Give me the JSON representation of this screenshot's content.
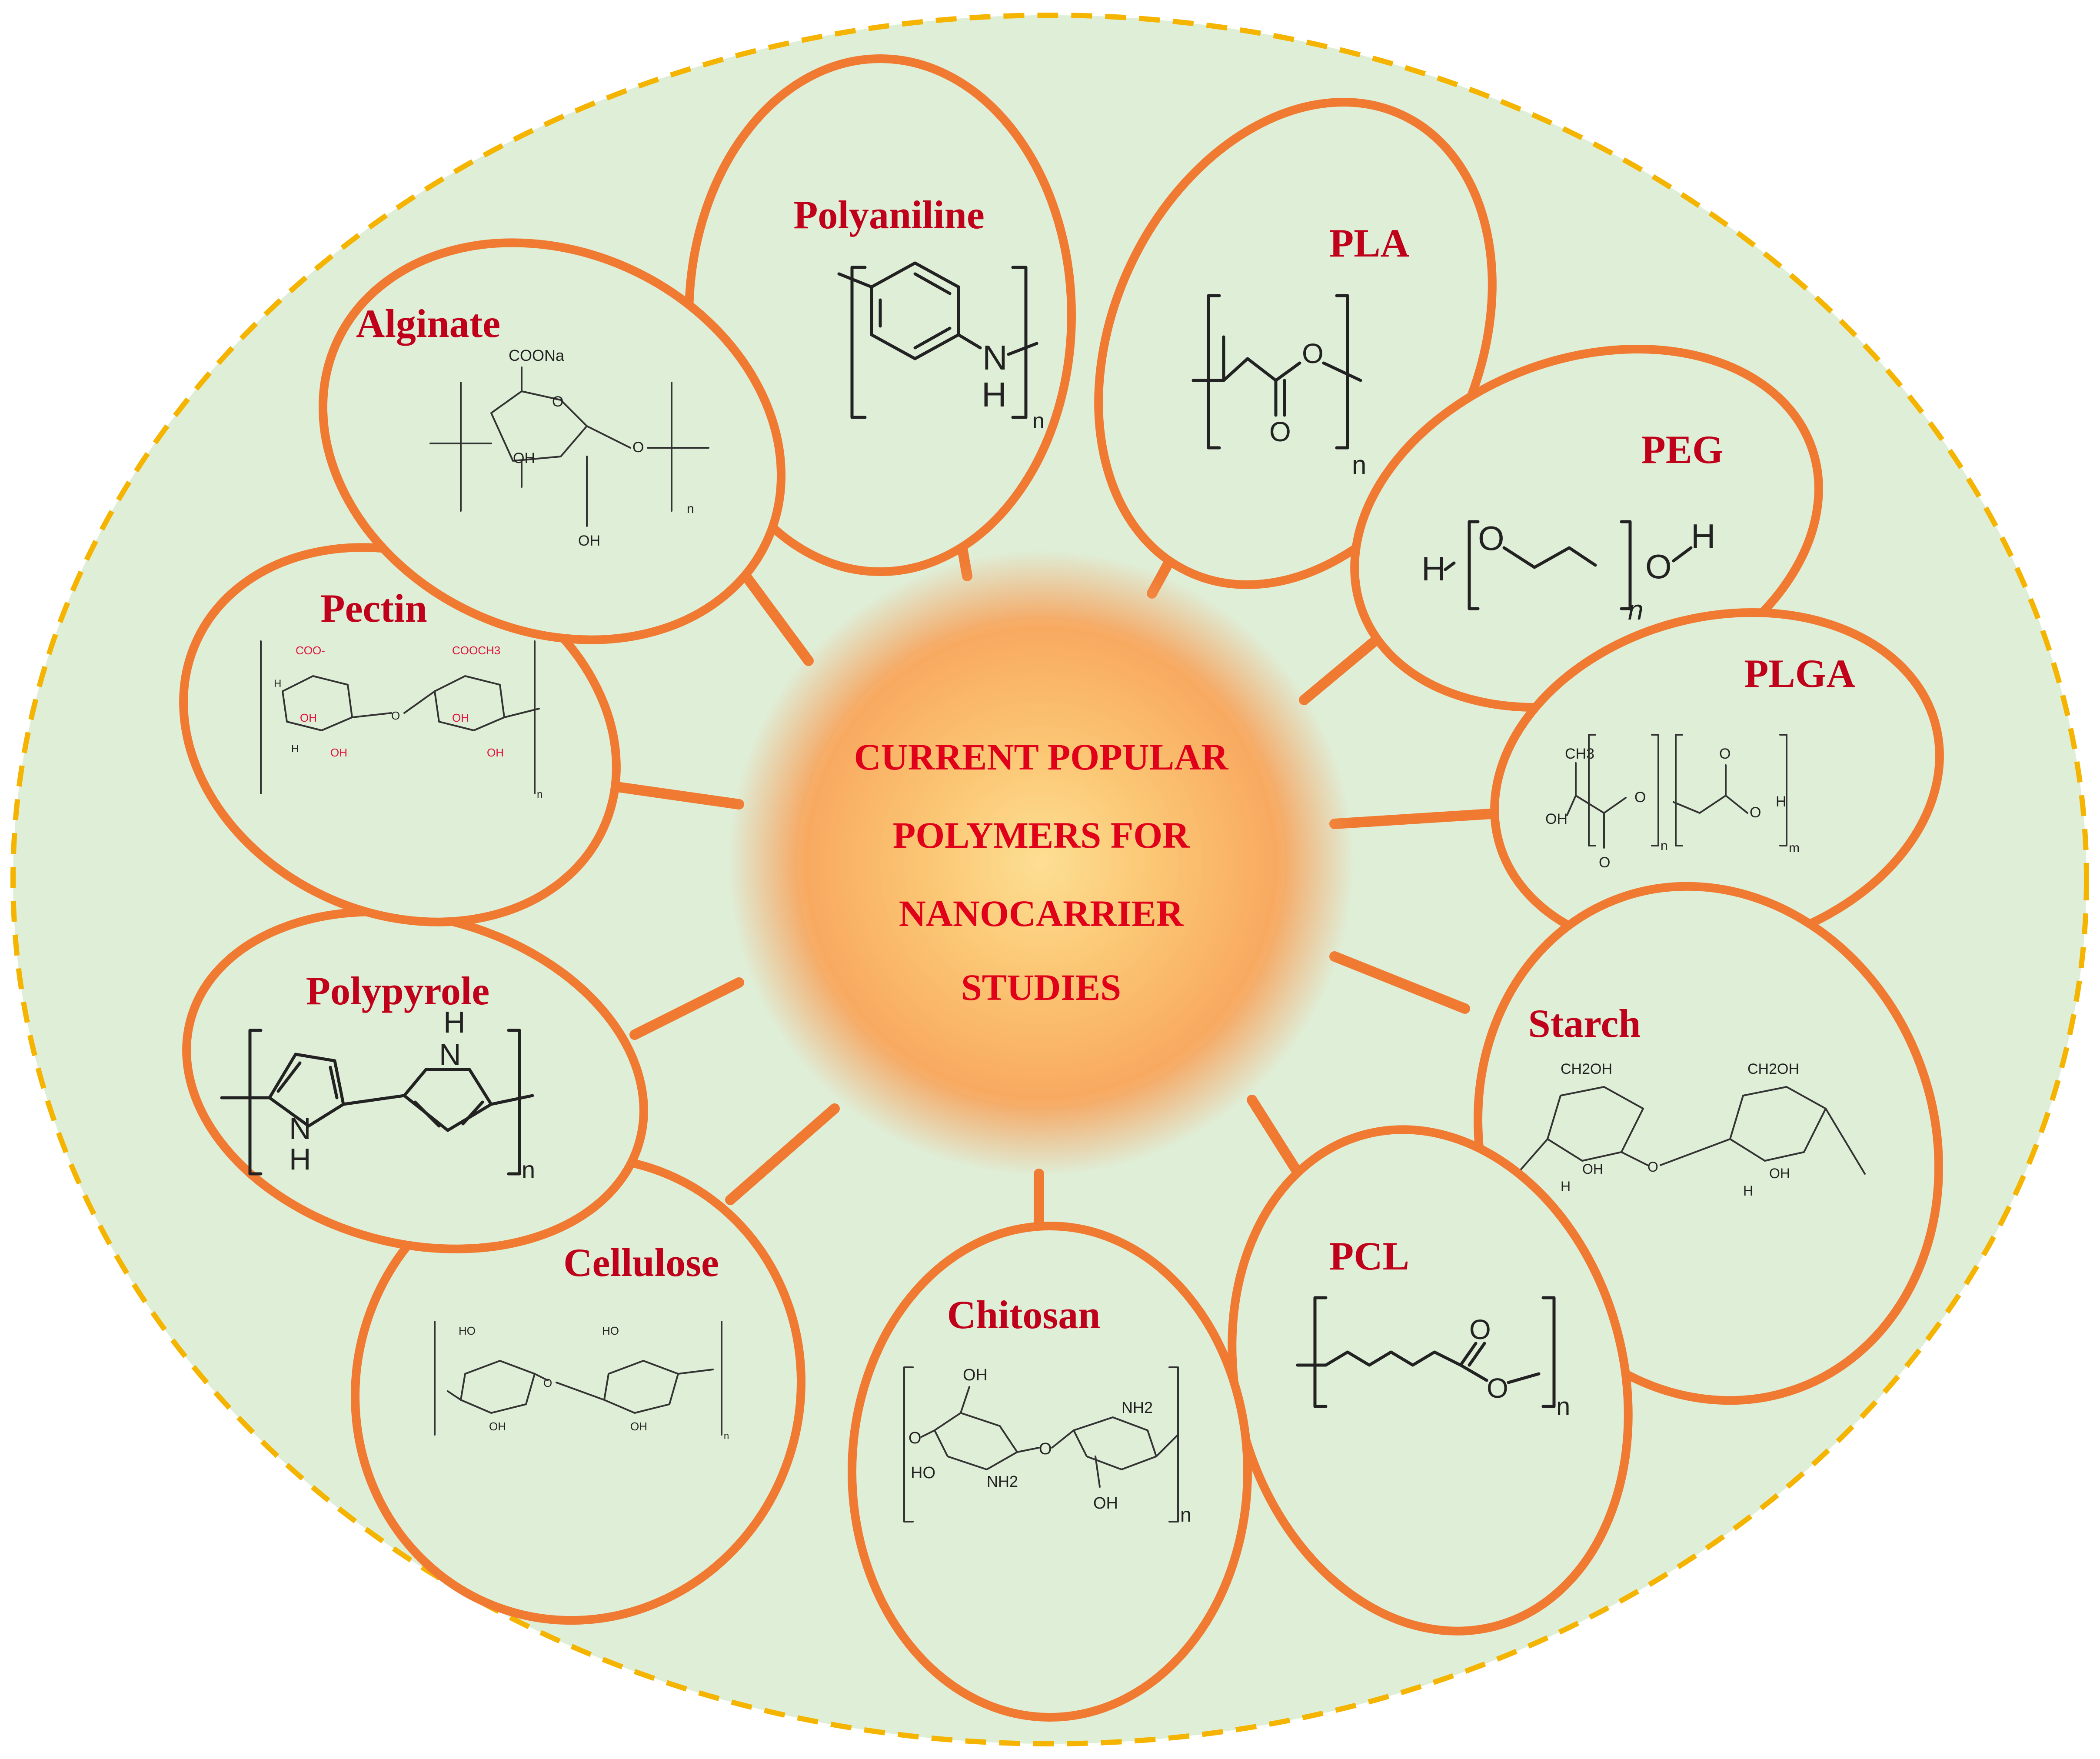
{
  "diagram": {
    "center": {
      "lines": [
        "CURRENT POPULAR",
        "POLYMERS FOR",
        "NANOCARRIER",
        "STUDIES"
      ]
    },
    "colors": {
      "background": "#dfeed7",
      "outer_border": "#f4b400",
      "petal_border": "#f07a32",
      "center_glow": "#f5a04a",
      "center_core": "#fff3a0",
      "label": "#c0001a"
    },
    "polymers": [
      {
        "id": "polyaniline",
        "name": "Polyaniline",
        "structure_text": [
          "N",
          "H",
          "n"
        ]
      },
      {
        "id": "pla",
        "name": "PLA",
        "structure_text": [
          "O",
          "O",
          "n"
        ]
      },
      {
        "id": "peg",
        "name": "PEG",
        "structure_text": [
          "H",
          "O",
          "O",
          "H",
          "n"
        ]
      },
      {
        "id": "plga",
        "name": "PLGA",
        "structure_text": [
          "CH3",
          "OH",
          "O",
          "O",
          "O",
          "O",
          "H",
          "n",
          "m"
        ]
      },
      {
        "id": "starch",
        "name": "Starch",
        "structure_text": [
          "CH2OH",
          "CH2OH",
          "H",
          "OH",
          "O"
        ]
      },
      {
        "id": "pcl",
        "name": "PCL",
        "structure_text": [
          "O",
          "O",
          "n"
        ]
      },
      {
        "id": "chitosan",
        "name": "Chitosan",
        "structure_text": [
          "OH",
          "NH2",
          "HO",
          "NH2",
          "OH",
          "O",
          "n"
        ]
      },
      {
        "id": "cellulose",
        "name": "Cellulose",
        "structure_text": [
          "HO",
          "OH",
          "O",
          "n"
        ]
      },
      {
        "id": "polypyrole",
        "name": "Polypyrole",
        "structure_text": [
          "N",
          "H",
          "N",
          "H",
          "n"
        ]
      },
      {
        "id": "pectin",
        "name": "Pectin",
        "structure_text": [
          "COO-",
          "COOCH3",
          "OH",
          "H",
          "O",
          "n"
        ]
      },
      {
        "id": "alginate",
        "name": "Alginate",
        "structure_text": [
          "COONa",
          "OH",
          "OH",
          "O",
          "n"
        ]
      }
    ]
  }
}
